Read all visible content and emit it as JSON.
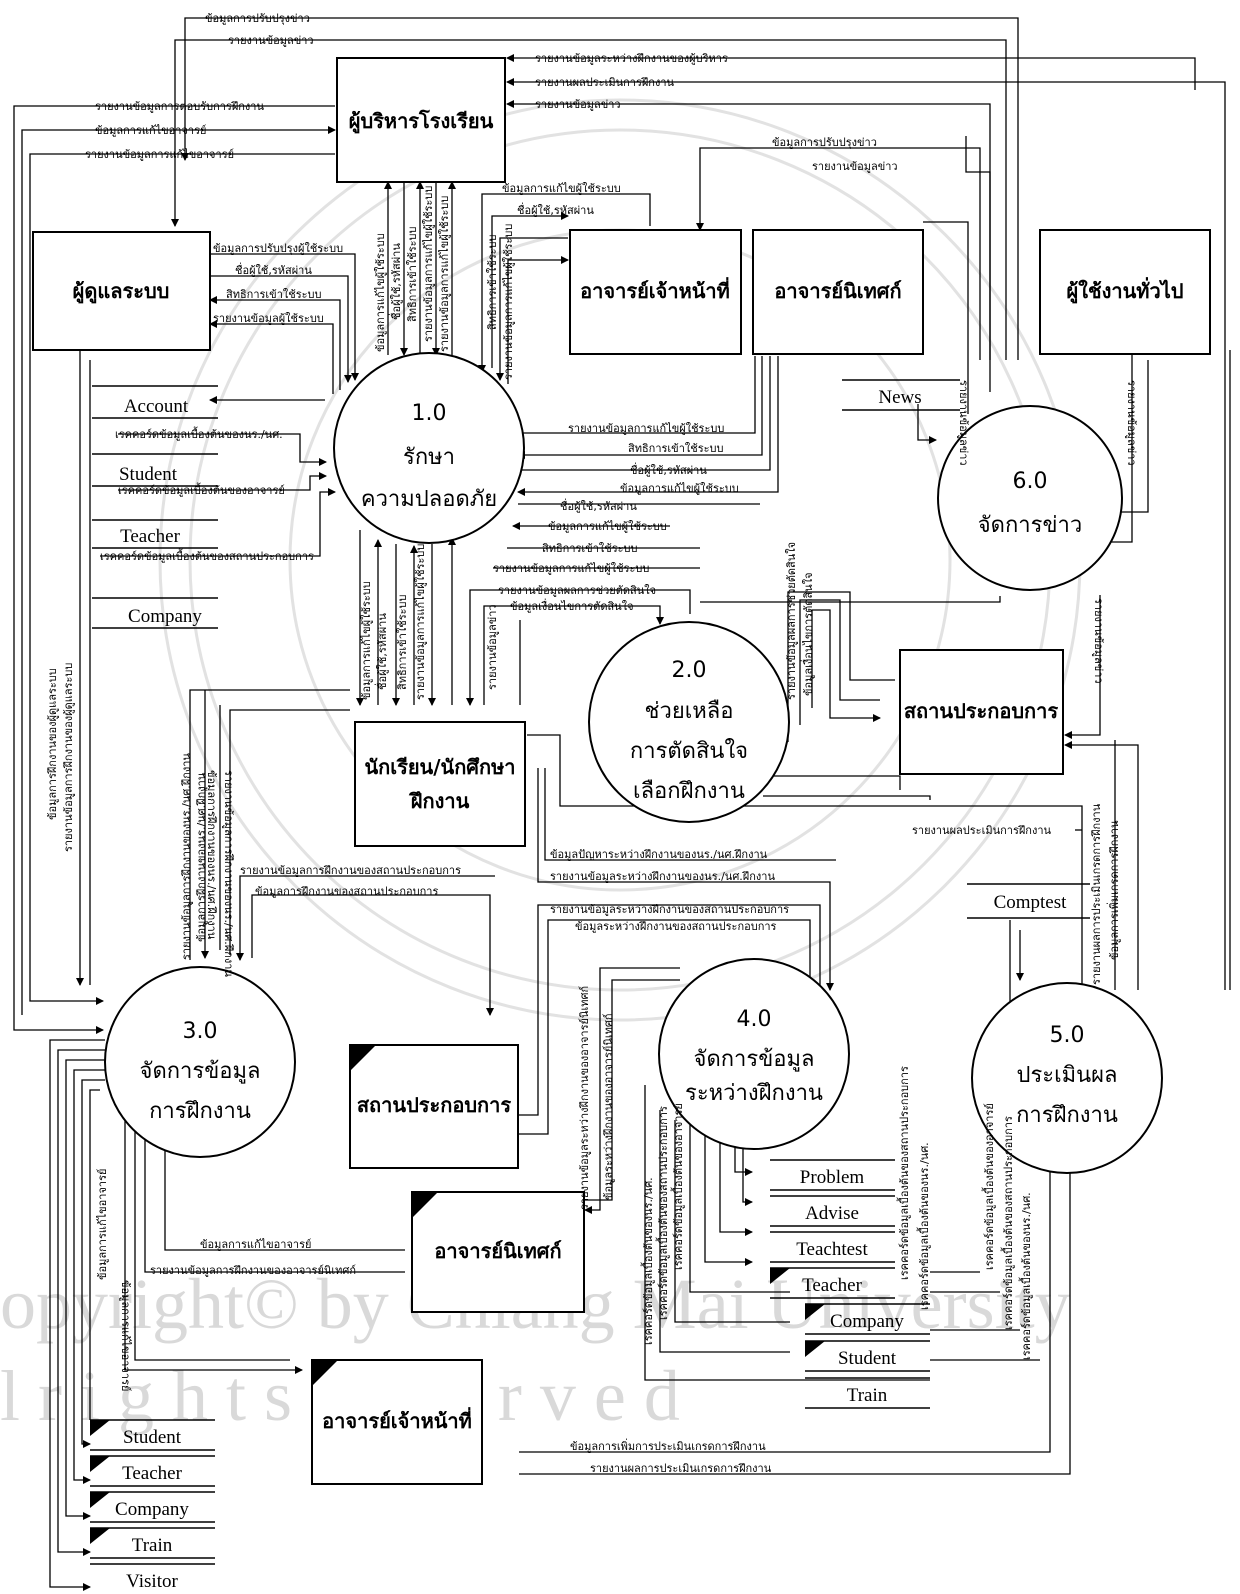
{
  "entities": {
    "admin": "ผู้บริหารโรงเรียน",
    "sysadmin": "ผู้ดูแลระบบ",
    "staff": "อาจารย์เจ้าหน้าที่",
    "supervisor": "อาจารย์นิเทศก์",
    "public": "ผู้ใช้งานทั่วไป",
    "company": "สถานประกอบการ",
    "student_line1": "นักเรียน/นักศึกษา",
    "student_line2": "ฝึกงาน",
    "company2": "สถานประกอบการ",
    "supervisor2": "อาจารย์นิเทศก์",
    "staff2": "อาจารย์เจ้าหน้าที่"
  },
  "processes": {
    "p1": {
      "num": "1.0",
      "line1": "รักษา",
      "line2": "ความปลอดภัย"
    },
    "p2": {
      "num": "2.0",
      "line1": "ช่วยเหลือ",
      "line2": "การตัดสินใจ",
      "line3": "เลือกฝึกงาน"
    },
    "p3": {
      "num": "3.0",
      "line1": "จัดการข้อมูล",
      "line2": "การฝึกงาน"
    },
    "p4": {
      "num": "4.0",
      "line1": "จัดการข้อมูล",
      "line2": "ระหว่างฝึกงาน"
    },
    "p5": {
      "num": "5.0",
      "line1": "ประเมินผล",
      "line2": "การฝึกงาน"
    },
    "p6": {
      "num": "6.0",
      "line1": "จัดการข่าว"
    }
  },
  "stores": {
    "account": "Account",
    "student": "Student",
    "teacher": "Teacher",
    "company": "Company",
    "news": "News",
    "comptest": "Comptest",
    "problem": "Problem",
    "advise": "Advise",
    "teachtest": "Teachtest",
    "teacher4": "Teacher",
    "company4": "Company",
    "student4": "Student",
    "train4": "Train",
    "student3": "Student",
    "teacher3": "Teacher",
    "company3": "Company",
    "train3": "Train",
    "visitor3": "Visitor"
  },
  "flows": {
    "f01": "ข้อมูลการปรับปรุงข่าว",
    "f02": "รายงานข้อมูลข่าว",
    "f03": "รายงานข้อมูลระหว่างฝึกงานของผู้บริหาร",
    "f04": "รายงานผลประเมินการฝึกงาน",
    "f05": "รายงานข้อมูลข่าว",
    "f06": "รายงานข้อมูลการตอบรับการฝึกงาน",
    "f07": "ข้อมูลการแก้ไขอาจารย์",
    "f08": "รายงานข้อมูลการแก้ไขอาจารย์",
    "f09": "ข้อมูลการปรับปรุงข่าว",
    "f10": "รายงานข้อมูลข่าว",
    "f11": "ข้อมูลการแก้ไขผู้ใช้ระบบ",
    "f12": "ชื่อผู้ใช้,รหัสผ่าน",
    "f13": "ข้อมูลการปรับปรุงผู้ใช้ระบบ",
    "f14": "ชื่อผู้ใช้,รหัสผ่าน",
    "f15": "สิทธิการเข้าใช้ระบบ",
    "f16": "รายงานข้อมูลผู้ใช้ระบบ",
    "f17": "ข้อมูลการแก้ไขผู้ใช้ระบบ",
    "f18": "ชื่อผู้ใช้,รหัสผ่าน",
    "f19": "สิทธิการเข้าใช้ระบบ",
    "f20": "รายงานข้อมูลการแก้ไขผู้ใช้ระบบ",
    "f21": "สิทธิการเข้าใช้ระบบ",
    "f22": "รายงานข้อมูลการแก้ไขผู้ใช้ระบบ",
    "f23": "รายงานข้อมูลการแก้ไขผู้ใช้ระบบ",
    "f24": "สิทธิการเข้าใช้ระบบ",
    "f25": "ชื่อผู้ใช้,รหัสผ่าน",
    "f26": "ข้อมูลการแก้ไขผู้ใช้ระบบ",
    "f27": "ชื่อผู้ใช้,รหัสผ่าน",
    "f28": "ข้อมูลการแก้ไขผู้ใช้ระบบ",
    "f29": "สิทธิการเข้าใช้ระบบ",
    "f30": "รายงานข้อมูลการแก้ไขผู้ใช้ระบบ",
    "f31": "รายงานข้อมูลผลการช่วยตัดสินใจ",
    "f32": "ข้อมูลเงื่อนไขการตัดสินใจ",
    "f33": "รายงานข้อมูลข่าว",
    "f34": "ข้อมูลการแก้ไขผู้ใช้ระบบ",
    "f35": "ชื่อผู้ใช้,รหัสผ่าน",
    "f36": "สิทธิการเข้าใช้ระบบ",
    "f37": "รายงานข้อมูลการแก้ไขผู้ใช้ระบบ",
    "f38": "เรคคอร์ดข้อมูลเบื้องต้นของนร./นศ.",
    "f39": "เรคคอร์ดข้อมูลเบื้องต้นของอาจารย์",
    "f40": "เรคคอร์ดข้อมูลเบื้องต้นของสถานประกอบการ",
    "f41": "รายงานข้อมูลผลการช่วยตัดสินใจ",
    "f42": "ข้อมูลเงื่อนไขการตัดสินใจ",
    "f43": "รายงานข้อมูลข่าว",
    "f44": "รายงานข้อมูลข่าว",
    "f45": "ข้อมูลการฝึกงานของนร./นศ.ฝึกงาน",
    "f46": "รายงานข้อมูลการฝึกงานของนร./นศ.ฝึกงาน",
    "f47": "ข้อมูลการฝึกงานของผู้ดูแลระบบ",
    "f48": "รายงานข้อมูลการฝึกงานของผู้ดูแลระบบ",
    "f49": "รายงานผลประเมินการฝึกงาน",
    "f50": "ข้อมูลปัญหาระหว่างฝึกงานของนร./นศ.ฝึกงาน",
    "f51": "รายงานข้อมูลระหว่างฝึกงานของนร./นศ.ฝึกงาน",
    "f52": "รายงานข้อมูลการฝึกงานของสถานประกอบการ",
    "f53": "ข้อมูลการฝึกงานของสถานประกอบการ",
    "f54": "รายงานข้อมูลระหว่างฝึกงานของสถานประกอบการ",
    "f55": "ข้อมูลระหว่างฝึกงานของสถานประกอบการ",
    "f56": "รายงานข้อมูลการฝึกงานของนร./นศ.ฝึกงาน",
    "f57": "ข้อมูลการฝึกงานของนร./นศ.ฝึกงาน",
    "f58": "รายงานผลการประเมินเกรดการฝึกงาน",
    "f59": "ข้อมูลการเพิ่มเกรดการฝึกงาน",
    "f60": "ข้อมูลการแก้ไขอาจารย์",
    "f61": "รายงานข้อมูลการฝึกงานของอาจารย์นิเทศก์",
    "f62": "รายงานข้อมูลระหว่างฝึกงานของอาจารย์นิเทศก์",
    "f63": "ข้อมูลระหว่างฝึกงานของอาจารย์นิเทศก์",
    "f64": "ข้อมูลการเพิ่มการประเมินเกรดการฝึกงาน",
    "f65": "รายงานผลการประเมินเกรดการฝึกงาน",
    "f66": "เรคคอร์ดข้อมูลเบื้องต้นของสถานประกอบการ",
    "f67": "เรคคอร์ดข้อมูลเบื้องต้นของนร./นศ.",
    "f68": "เรคคอร์ดข้อมูลเบื้องต้นของนร./นศ.",
    "f69": "เรคคอร์ดข้อมูลเบื้องต้นของสถานประกอบการ",
    "f70": "เรคคอร์ดข้อมูลเบื้องต้นของอาจารย์",
    "f71": "เรคคอร์ดข้อมูลเบื้องต้นของอาจารย์",
    "f72": "เรคคอร์ดข้อมูลเบื้องต้นของสถานประกอบการ",
    "f73": "เรคคอร์ดข้อมูลเบื้องต้นของนร./นศ.",
    "f74": "ข้อมูลการแก้ไขอาจารย์",
    "f75": "ข้อมูลการแก้ไขอาจารย์"
  },
  "watermark": {
    "line1": "opyright© by Chiang Mai University",
    "line2": "l   r  i  g  h  t  s    r  e  s  e  r  v  e  d"
  },
  "colors": {
    "line": "#000000",
    "watermark": "#d9d9d9",
    "background": "#ffffff"
  }
}
